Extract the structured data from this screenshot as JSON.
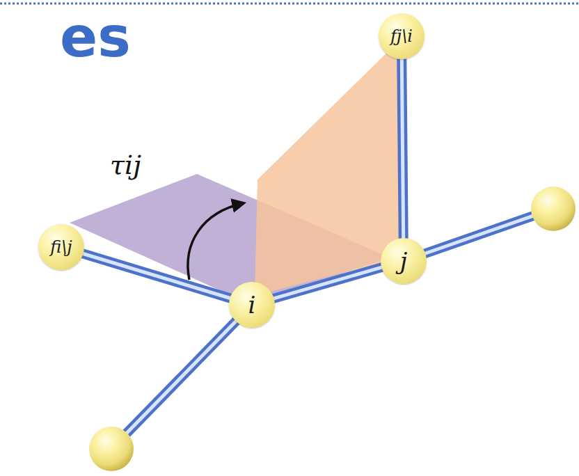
{
  "diagram": {
    "title": "es",
    "nodes": [
      {
        "text": [
          "fi\\j"
        ]
      },
      {
        "text": [
          "i"
        ]
      },
      {
        "text": [
          "j"
        ]
      },
      {
        "text": [
          "fj\\i"
        ]
      }
    ],
    "edges": [
      {
        "from": 0,
        "to": 1,
        "arrow": "none"
      },
      {
        "from": 1,
        "to": 2,
        "arrow": "none"
      },
      {
        "from": 2,
        "to": 3,
        "arrow": "none"
      }
    ],
    "labels": [
      "τij"
    ]
  }
}
